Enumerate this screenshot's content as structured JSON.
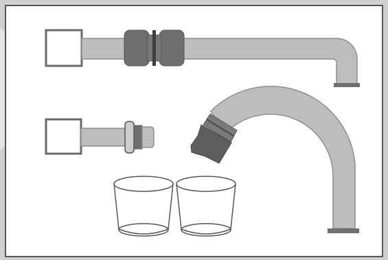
{
  "colors": {
    "page_background": "#cfcfcf",
    "background_stripe": "#e4e4e4",
    "board_fill": "#ffffff",
    "board_border": "#555555",
    "pipe_fill": "#bdbdbd",
    "pipe_stroke": "#8f8f8f",
    "coupling_dark": "#6f6f6f",
    "nozzle_dark": "#5e5e5e",
    "outline": "#6a6a6a",
    "cup_fill": "#ffffff",
    "cup_stroke": "#555555"
  },
  "icons": {
    "source_box": "square-outline",
    "coupling": "pipe-coupling",
    "valve": "pipe-valve",
    "elbow": "pipe-elbow",
    "nozzle": "spout-nozzle",
    "cup": "empty-cup"
  },
  "cups": {
    "count": 2,
    "fill_level": 0
  }
}
